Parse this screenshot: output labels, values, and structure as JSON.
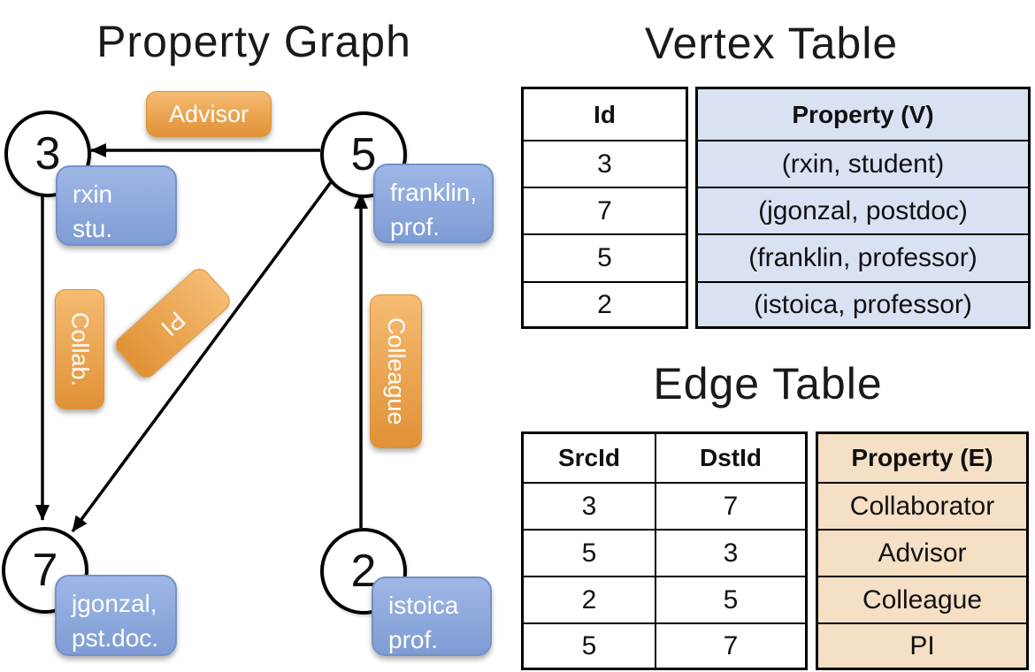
{
  "graph": {
    "title": "Property Graph",
    "nodes": [
      {
        "id": "3",
        "line1": "rxin",
        "line2": "stu."
      },
      {
        "id": "5",
        "line1": "franklin,",
        "line2": "prof."
      },
      {
        "id": "7",
        "line1": "jgonzal,",
        "line2": "pst.doc."
      },
      {
        "id": "2",
        "line1": "istoica",
        "line2": "prof."
      }
    ],
    "edge_labels": {
      "advisor": "Advisor",
      "collab": "Collab.",
      "pi": "PI",
      "colleague": "Colleague"
    }
  },
  "vertex_table": {
    "title": "Vertex Table",
    "columns": [
      "Id",
      "Property (V)"
    ],
    "rows": [
      [
        "3",
        "(rxin, student)"
      ],
      [
        "7",
        "(jgonzal, postdoc)"
      ],
      [
        "5",
        "(franklin, professor)"
      ],
      [
        "2",
        "(istoica, professor)"
      ]
    ]
  },
  "edge_table": {
    "title": "Edge Table",
    "columns": [
      "SrcId",
      "DstId",
      "Property (E)"
    ],
    "rows": [
      [
        "3",
        "7",
        "Collaborator"
      ],
      [
        "5",
        "3",
        "Advisor"
      ],
      [
        "2",
        "5",
        "Colleague"
      ],
      [
        "5",
        "7",
        "PI"
      ]
    ]
  },
  "colors": {
    "edge_pill_top": "#F5BC72",
    "edge_pill_bottom": "#E19136",
    "vertex_box_top": "#9FB7E6",
    "vertex_box_bottom": "#7E9CD4",
    "vertex_cell_bg": "#D9E2F2",
    "edge_cell_bg": "#F5DFC5",
    "stroke": "#000000"
  }
}
